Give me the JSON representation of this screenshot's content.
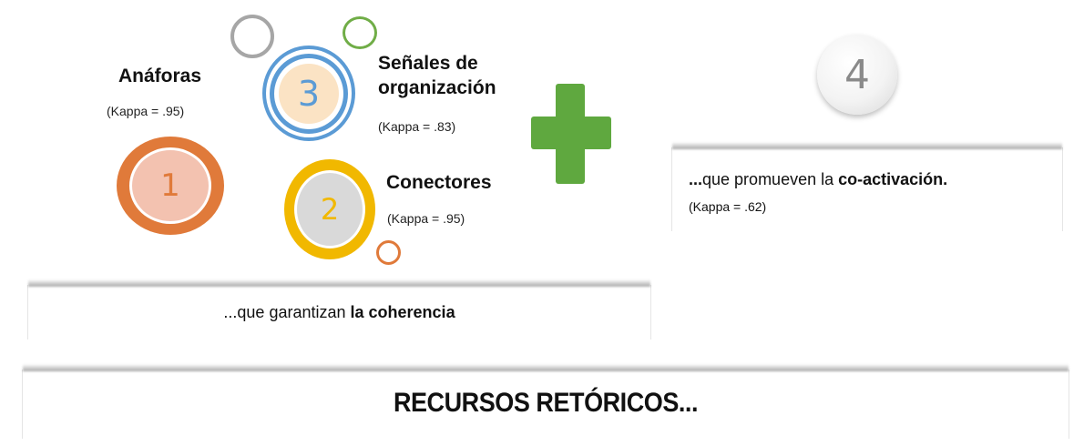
{
  "circles": [
    {
      "number": "1",
      "label": "Anáforas",
      "kappa": "(Kappa = .95)",
      "color": "#e07a3a"
    },
    {
      "number": "2",
      "label": "Conectores",
      "kappa": "(Kappa = .95)",
      "color": "#f1b800"
    },
    {
      "number": "3",
      "label_line1": "Señales de",
      "label_line2": "organización",
      "kappa": "(Kappa = .83)",
      "color": "#5b9bd5"
    },
    {
      "number": "4",
      "color": "#8a8a8a"
    }
  ],
  "plus_color": "#5fa83f",
  "box_coherence": {
    "prefix": "...que garantizan ",
    "bold": "la coherencia"
  },
  "box_coactivation": {
    "prefix_bold": "...",
    "prefix": "que promueven la ",
    "bold_part1": "co-",
    "bold_part2": "activación.",
    "kappa": "(Kappa = .62)"
  },
  "box_title": {
    "text": "RECURSOS RETÓRICOS..."
  }
}
